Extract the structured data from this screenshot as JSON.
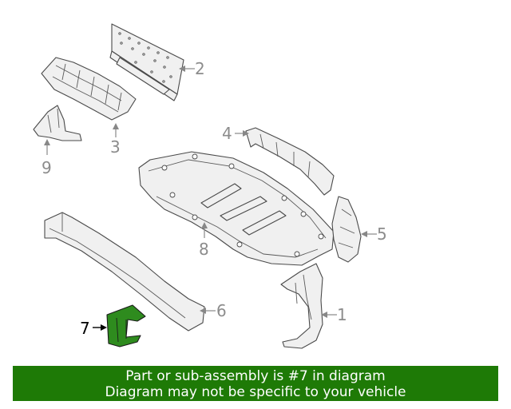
{
  "callouts": {
    "c1": "1",
    "c2": "2",
    "c3": "3",
    "c4": "4",
    "c5": "5",
    "c6": "6",
    "c7": "7",
    "c8": "8",
    "c9": "9"
  },
  "highlight_color": "#2e8b1e",
  "banner": {
    "line1": "Part or sub-assembly is #7 in diagram",
    "line2": "Diagram may not be specific to your vehicle",
    "background": "#1e7a06"
  }
}
